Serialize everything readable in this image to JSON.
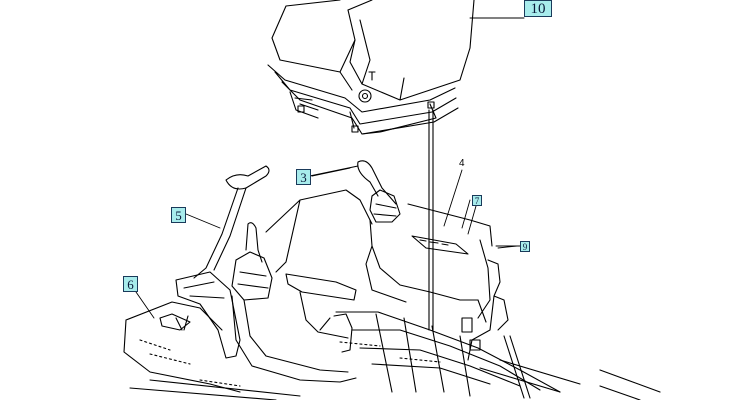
{
  "callouts": {
    "seat": "10",
    "console_left": "3",
    "lever_stand": "5",
    "floor_mat": "6",
    "switch_panel": "7",
    "console_cover": "9"
  },
  "labels": {
    "item_4": "4"
  },
  "colors": {
    "callout_fill": "#a8ecec",
    "line": "#000000"
  }
}
